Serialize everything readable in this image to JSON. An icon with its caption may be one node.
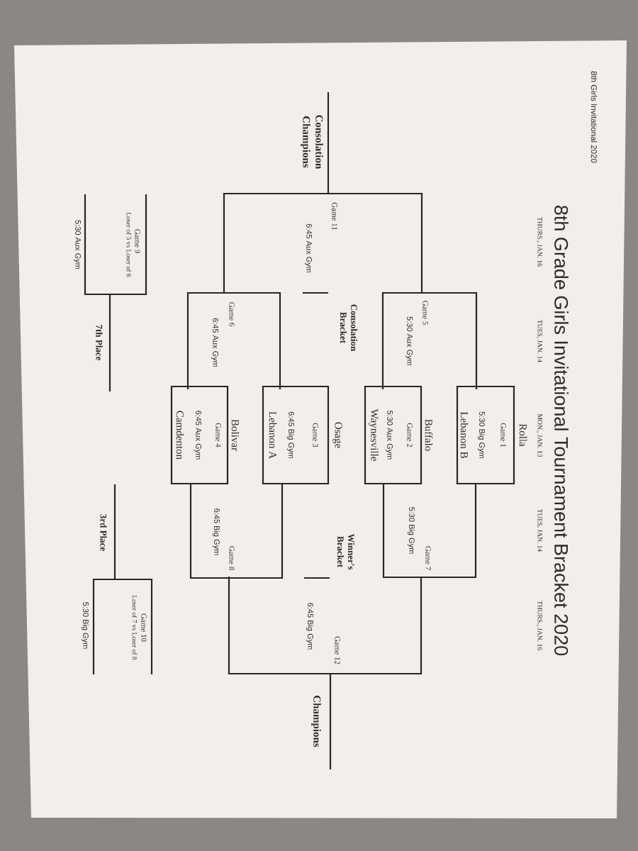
{
  "diagram": {
    "title": "8th Grade Girls Invitational Tournament Bracket 2020",
    "nodes": [
      {
        "text": [
          "Rolla",
          "Game 1",
          "5:30 Big Gym",
          "Lebanon B"
        ]
      },
      {
        "text": [
          "Buffalo",
          "Game 2",
          "5:30 Aux Gym",
          "Waynesville"
        ]
      },
      {
        "text": [
          "Osage",
          "Game 3",
          "6:45 Big Gym",
          "Lebanon A"
        ]
      },
      {
        "text": [
          "Bolivar",
          "Game 4",
          "6:45 Aux Gym",
          "Camdenton"
        ]
      },
      {
        "text": [
          "Game 5",
          "5:30 Aux Gym"
        ]
      },
      {
        "text": [
          "Game 6",
          "6:45 Aux Gym"
        ]
      },
      {
        "text": [
          "Game 7",
          "5:30 Big Gym"
        ]
      },
      {
        "text": [
          "Game 8",
          "6:45 Big Gym"
        ]
      },
      {
        "text": [
          "Game 11",
          "6:45 Aux Gym"
        ]
      },
      {
        "text": [
          "Game 12",
          "6:45 Big Gym"
        ]
      },
      {
        "text": [
          "Game 9",
          "Loser of 5 vs Loser of 6",
          "5:30 Aux Gym"
        ]
      },
      {
        "text": [
          "Game 10",
          "Loser of 7 vs Loser of 8",
          "5:30 Big Gym"
        ]
      },
      {
        "text": [
          "Consolation Champions"
        ]
      },
      {
        "text": [
          "Champions"
        ]
      },
      {
        "text": [
          "7th Place"
        ]
      },
      {
        "text": [
          "3rd Place"
        ]
      }
    ],
    "labels": [
      "8th Girls Invitational 2020",
      "THURS., JAN. 16",
      "TUES, JAN. 14",
      "MON., JAN. 13",
      "TUES, JAN. 14",
      "THURS., JAN. 16",
      "Consolation Bracket",
      "Winner's Bracket"
    ]
  }
}
